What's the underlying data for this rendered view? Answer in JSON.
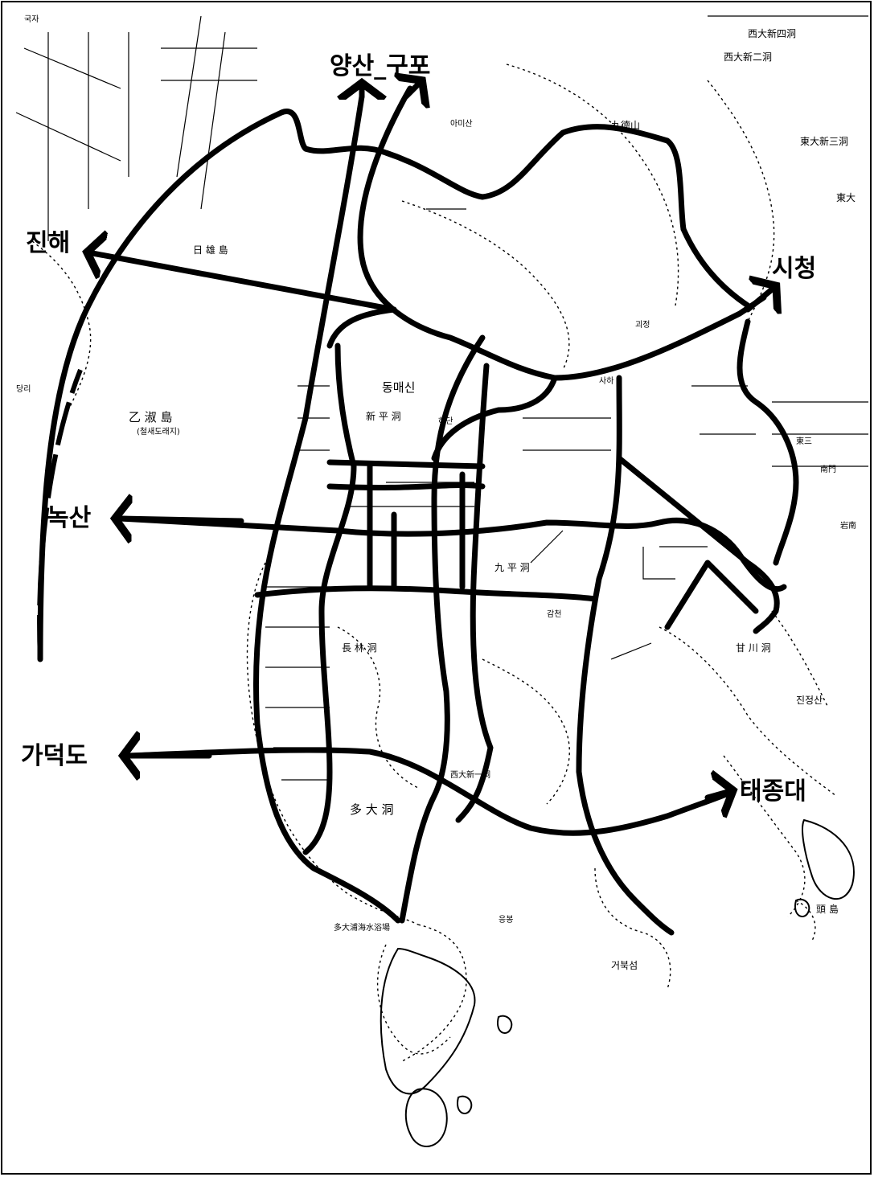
{
  "destinations": {
    "yangsan_gupo": "양산_구포",
    "jinhae": "진해",
    "siga": "시청",
    "noksan": "녹산",
    "gadeokdo": "가덕도",
    "taejongdae": "태종대"
  },
  "places": {
    "seodaesin4": "西大新四洞",
    "dongdaesin3": "東大新三洞",
    "hasin": "동매신",
    "sinpyeong": "新 平 洞",
    "dadae": "多 大 洞",
    "jangnim": "長 林 洞",
    "eulsukdo": "乙 淑 島",
    "eulsukdo_note": "(철새도래지)",
    "ilwoong": "日 雄 島",
    "gupyeong": "九 平 洞",
    "gamcheon": "감천",
    "jinjeongsan": "진정산",
    "dusong": "頭 島",
    "dongdaesin_east": "東大",
    "gamcheon2": "甘 川 洞",
    "gudeoksan": "九德山",
    "seodaesin2": "西大新二洞",
    "amnam": "岩南",
    "nammun": "南門",
    "dongsam": "東三",
    "geobukseom": "거북섬",
    "dadaepo_beach": "多大浦海水浴場",
    "amisan": "아미산",
    "gukja": "국자",
    "eungbong": "응봉",
    "goejeong": "괴정",
    "saha": "사하",
    "hadan": "하단",
    "danggni": "당리",
    "seodaesin1": "西大新一洞"
  },
  "colors": {
    "ink": "#000000",
    "paper": "#ffffff"
  }
}
